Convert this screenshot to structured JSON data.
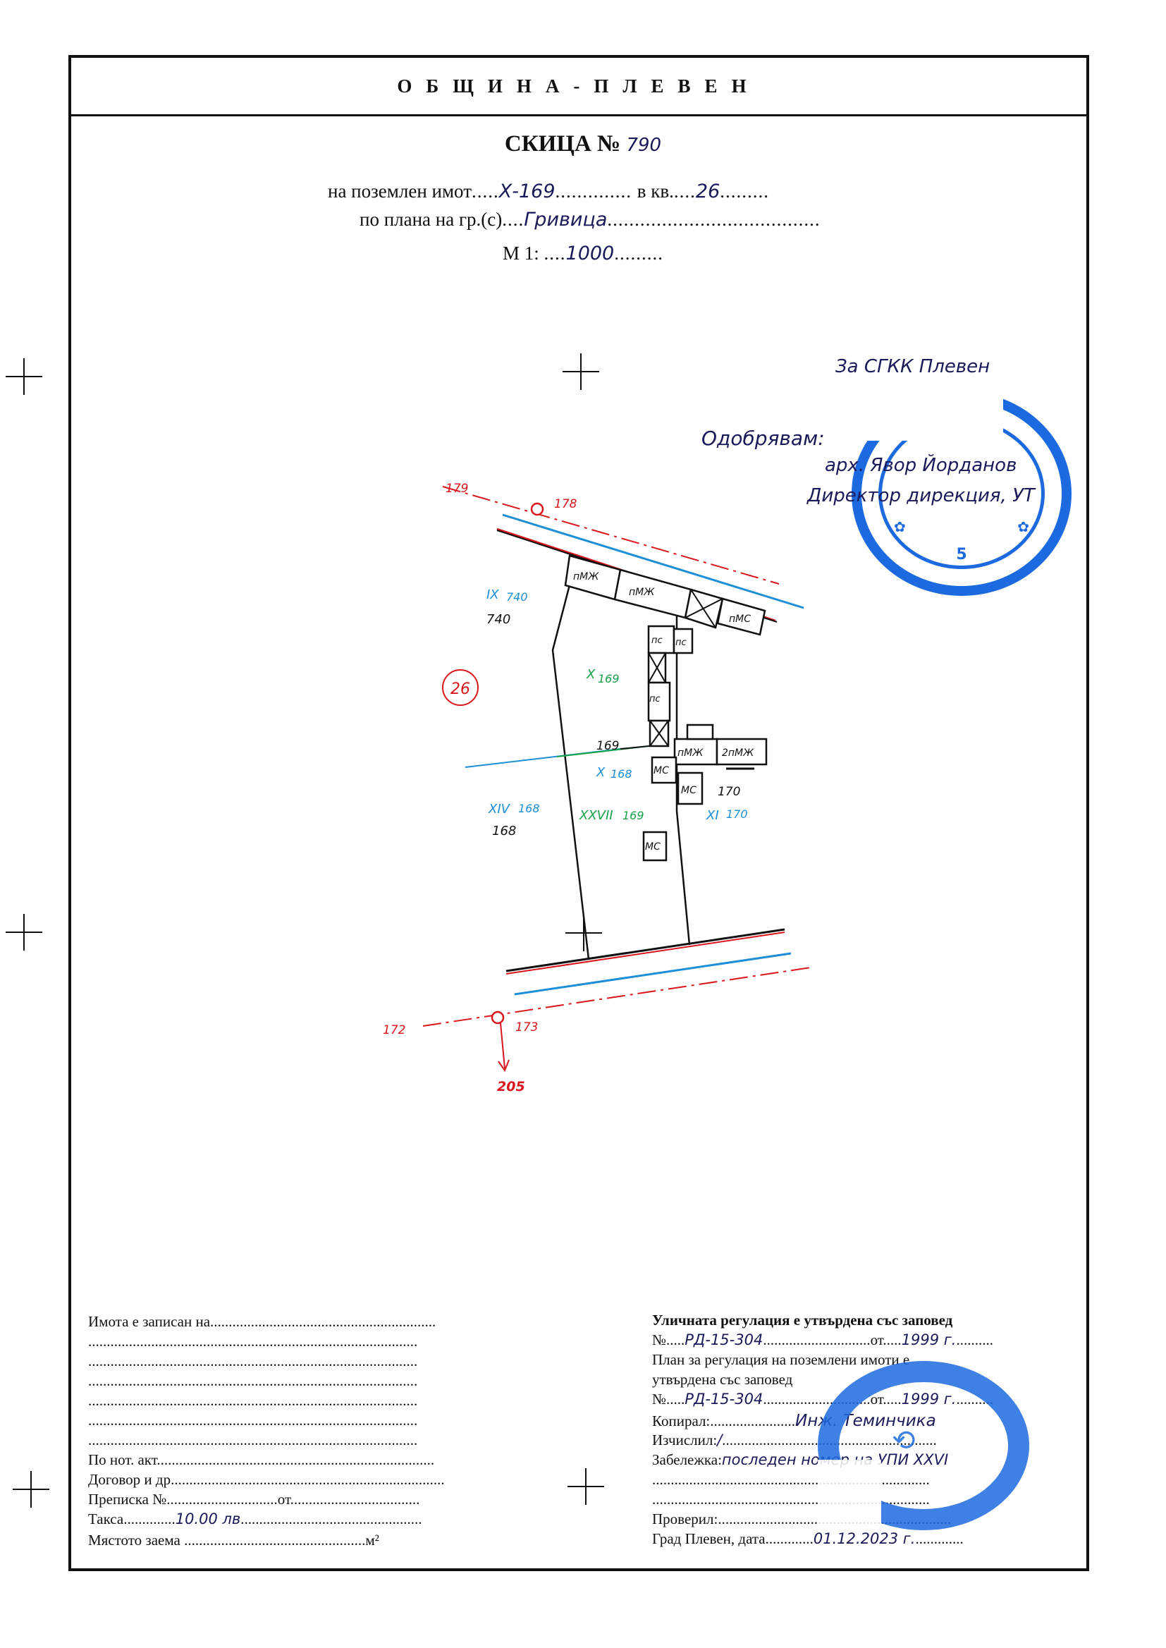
{
  "header": {
    "municipality": "ОБЩИНА-ПЛЕВЕН"
  },
  "sketch": {
    "title_prefix": "СКИЦА №",
    "number": "790",
    "property_prefix": "на поземлен имот",
    "property_id": "Х-169",
    "block_prefix": "в кв.",
    "block": "26",
    "plan_prefix": "по плана на гр.(с)",
    "place": "Гривица",
    "scale_prefix": "М 1:",
    "scale": "1000"
  },
  "approval": {
    "line1": "За СГКК Плевен",
    "line2": "Одобрявам:",
    "line3": "арх. Явор Йорданов",
    "line4": "Директор дирекция, УТ",
    "stamp_number": "5"
  },
  "plan": {
    "block_label": "26",
    "points": [
      "179",
      "178",
      "172",
      "173",
      "205"
    ],
    "parcels": [
      {
        "id": "IX",
        "number": "740",
        "base": "740"
      },
      {
        "id": "X",
        "number": "169"
      },
      {
        "id": "X",
        "number": "168"
      },
      {
        "id": "XIV",
        "number": "168",
        "base": "168"
      },
      {
        "id": "XXVII",
        "number": "169",
        "base": "169"
      },
      {
        "id": "XI",
        "number": "170",
        "base": "170"
      }
    ],
    "buildings": [
      "пМЖ",
      "пМЖ",
      "пМС",
      "пс",
      "пс",
      "пс",
      "пМЖ",
      "2пМЖ",
      "МС",
      "МС",
      "МС"
    ]
  },
  "bottom_left": {
    "recorded": "Имота е записан на",
    "notary": "По нот. акт",
    "contract": "Договор и др",
    "transcript": "Преписка №",
    "from": "от",
    "fee_label": "Такса",
    "fee_value": "10.00 лв",
    "area_label": "Мястото заема",
    "area_unit": "м²"
  },
  "bottom_right": {
    "street_reg": "Уличната регулация е утвърдена със заповед",
    "no_prefix": "№",
    "order_no": "РД-15-304",
    "from": "от",
    "order_year": "1999 г.",
    "plan_reg_1": "План за регулация на поземлени имоти е",
    "plan_reg_2": "утвърдена със заповед",
    "order_no_2": "РД-15-304",
    "order_year_2": "1999 г.",
    "copied_label": "Копирал:",
    "copied_value": "Инж. Теминчика",
    "calc_label": "Изчислил:",
    "calc_value": "/",
    "note_label": "Забележка:",
    "note_value": "последен номер на УПИ XXVI",
    "checked_label": "Проверил:",
    "city_date_label": "Град Плевен, дата",
    "date_value": "01.12.2023 г."
  },
  "colors": {
    "red": "#d9161c",
    "blue": "#1e8fd6",
    "green": "#17a24a",
    "ink": "#111111",
    "stamp": "#1d6ae0"
  }
}
